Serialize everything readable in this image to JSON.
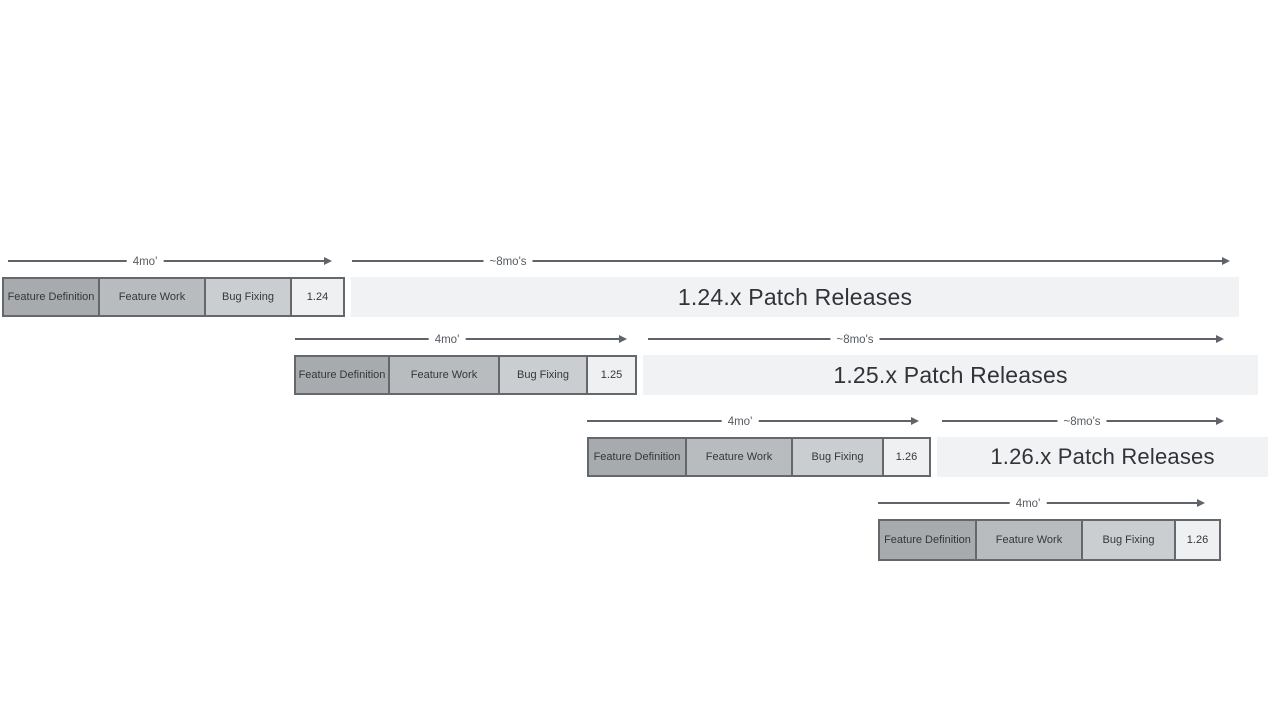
{
  "diagram": {
    "phase_labels": {
      "feature_definition": "Feature Definition",
      "feature_work": "Feature Work",
      "bug_fixing": "Bug Fixing"
    },
    "rows": [
      {
        "version": "1.24",
        "dev_duration_label": "4mo'",
        "patch_duration_label": "~8mo's",
        "patch_band_label": "1.24.x Patch Releases"
      },
      {
        "version": "1.25",
        "dev_duration_label": "4mo'",
        "patch_duration_label": "~8mo's",
        "patch_band_label": "1.25.x Patch Releases"
      },
      {
        "version": "1.26",
        "dev_duration_label": "4mo'",
        "patch_duration_label": "~8mo's",
        "patch_band_label": "1.26.x Patch Releases"
      },
      {
        "version": "1.26",
        "dev_duration_label": "4mo'"
      }
    ],
    "colors": {
      "feature_definition_fill": "#a7abae",
      "feature_work_fill": "#b9bcbf",
      "bug_fixing_fill": "#cbced1",
      "version_fill": "#eff0f1",
      "patch_band_fill": "#f1f2f4",
      "box_border": "#64686c",
      "arrow": "#5f646a",
      "label_text": "#555b61",
      "box_text": "#33373b",
      "band_text": "#303438"
    }
  }
}
